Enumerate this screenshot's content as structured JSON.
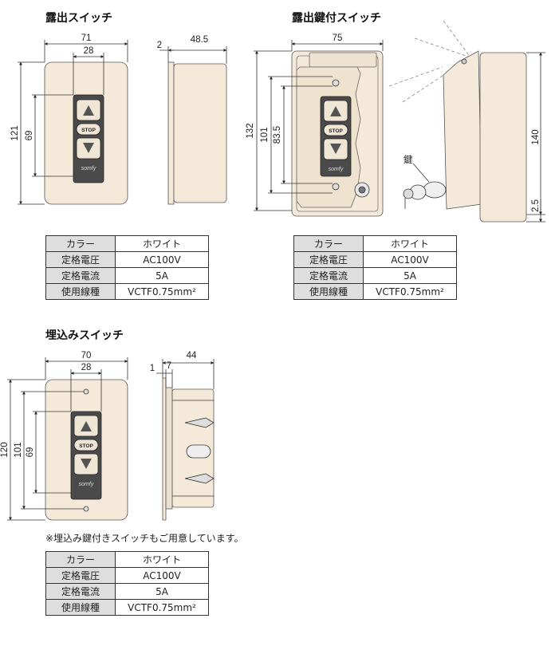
{
  "sections": {
    "surface": "露出スイッチ",
    "keyed": "露出鍵付スイッチ",
    "flush": "埋込みスイッチ"
  },
  "dims": {
    "surface": {
      "w": "71",
      "inner": "28",
      "h": "121",
      "h2": "69",
      "d": "48.5",
      "t": "2"
    },
    "keyed": {
      "w": "75",
      "h1": "132",
      "h2": "101",
      "h3": "83.5",
      "d": "140",
      "t": "2.5",
      "key": "鍵"
    },
    "flush": {
      "w": "70",
      "inner": "28",
      "h1": "120",
      "h2": "101",
      "h3": "69",
      "d": "44",
      "t1": "1",
      "t2": "7"
    }
  },
  "switch_labels": {
    "stop": "STOP",
    "brand": "somfy"
  },
  "spec_tables": {
    "surface": [
      {
        "k": "カラー",
        "v": "ホワイト"
      },
      {
        "k": "定格電圧",
        "v": "AC100V"
      },
      {
        "k": "定格電流",
        "v": "5A"
      },
      {
        "k": "使用線種",
        "v": "VCTF0.75mm²"
      }
    ],
    "keyed": [
      {
        "k": "カラー",
        "v": "ホワイト"
      },
      {
        "k": "定格電圧",
        "v": "AC100V"
      },
      {
        "k": "定格電流",
        "v": "5A"
      },
      {
        "k": "使用線種",
        "v": "VCTF0.75mm²"
      }
    ],
    "flush": [
      {
        "k": "カラー",
        "v": "ホワイト"
      },
      {
        "k": "定格電圧",
        "v": "AC100V"
      },
      {
        "k": "定格電流",
        "v": "5A"
      },
      {
        "k": "使用線種",
        "v": "VCTF0.75mm²"
      }
    ]
  },
  "note": "※埋込み鍵付きスイッチもご用意しています。"
}
